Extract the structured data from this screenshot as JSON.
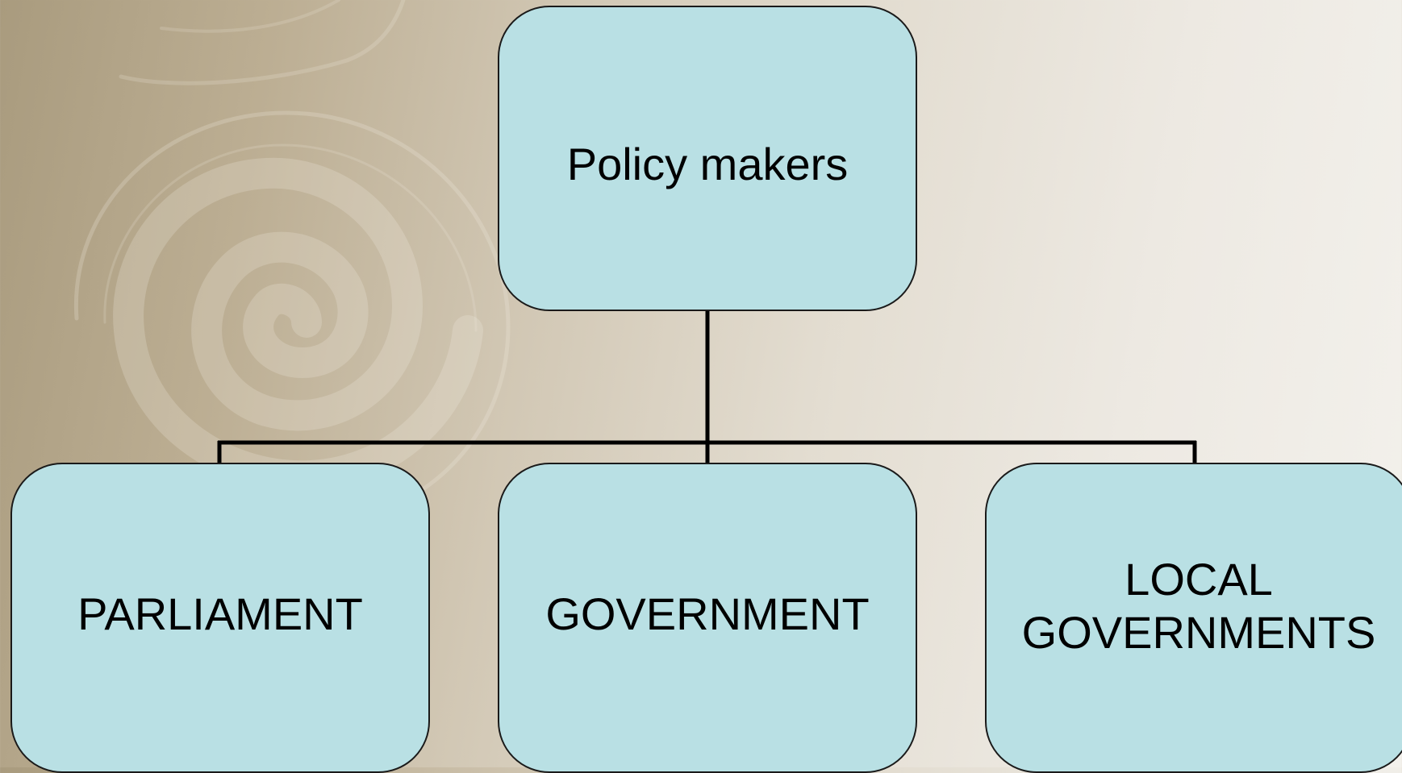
{
  "diagram": {
    "root": {
      "label": "Policy makers"
    },
    "children": [
      {
        "label": "PARLIAMENT"
      },
      {
        "label": "GOVERNMENT"
      },
      {
        "label": "LOCAL\nGOVERNMENTS"
      }
    ]
  },
  "colors": {
    "node_fill": "#b9e0e4",
    "node_border": "#1a1a1a",
    "connector": "#000000"
  }
}
